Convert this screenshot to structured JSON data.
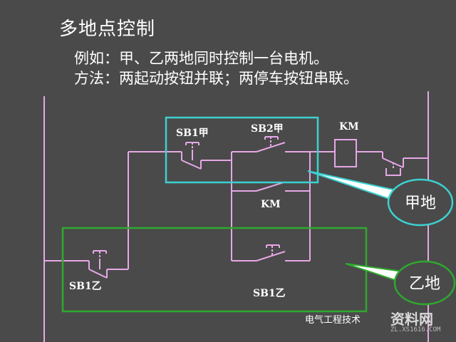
{
  "title": "多地点控制",
  "example_line": "例如：甲、乙两地同时控制一台电机。",
  "method_line": "方法：两起动按钮并联；两停车按钮串联。",
  "labels": {
    "sb1_jia": "SB1甲",
    "sb2_jia": "SB2甲",
    "km_top": "KM",
    "km_mid": "KM",
    "sb1_yi_left": "SB1乙",
    "sb1_yi_bottom": "SB1乙"
  },
  "callouts": {
    "jia": "甲地",
    "yi": "乙地"
  },
  "watermark": {
    "text": "电气工程技术",
    "logo": "资料网",
    "url": "ZL.XS1616.COM"
  },
  "colors": {
    "background": "#4a4a4a",
    "wire": "#e6a8e6",
    "cyan_box": "#3ed0d0",
    "green_box": "#2fa82f"
  }
}
